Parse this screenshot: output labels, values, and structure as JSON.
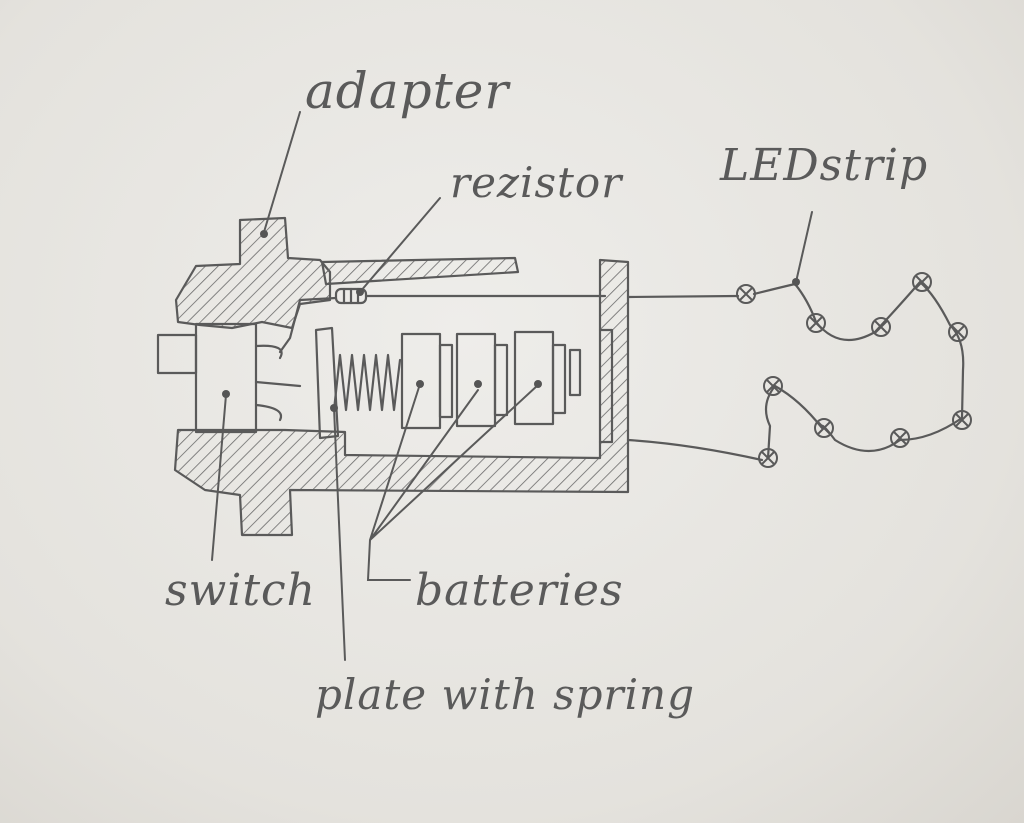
{
  "labels": {
    "adapter": "adapter",
    "resistor": "rezistor",
    "led_strip": "LEDstrip",
    "switch": "switch",
    "batteries": "batteries",
    "plate_with_spring": "plate with spring"
  },
  "colors": {
    "paper": "#e6e4df",
    "pencil": "#5a5a5a"
  }
}
